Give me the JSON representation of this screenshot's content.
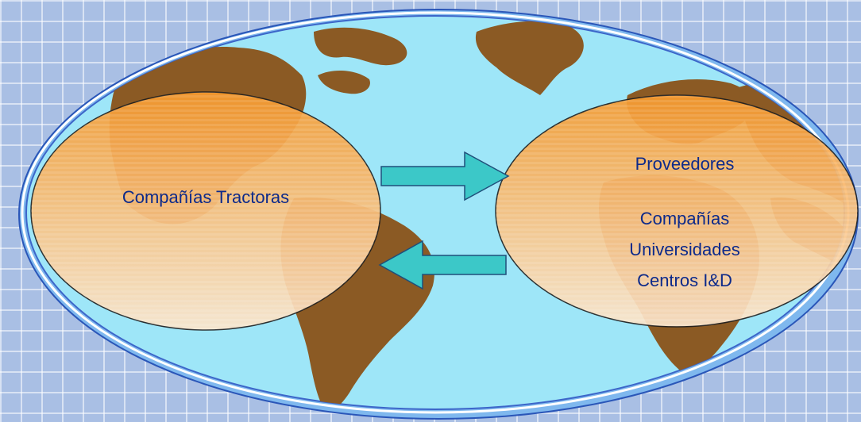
{
  "left_node": {
    "label": "Compañías Tractoras"
  },
  "right_node": {
    "title": "Proveedores",
    "items": [
      "Compañías",
      "Universidades",
      "Centros I&D"
    ]
  },
  "colors": {
    "ocean": "#9ee6f8",
    "land": "#8b5a24",
    "ellipse_border": "#3c66c9",
    "node_fill_top": "#f79a2e",
    "node_fill_bottom": "#fce6cd",
    "arrow": "#3cc8c8",
    "text": "#0d2a8a"
  }
}
